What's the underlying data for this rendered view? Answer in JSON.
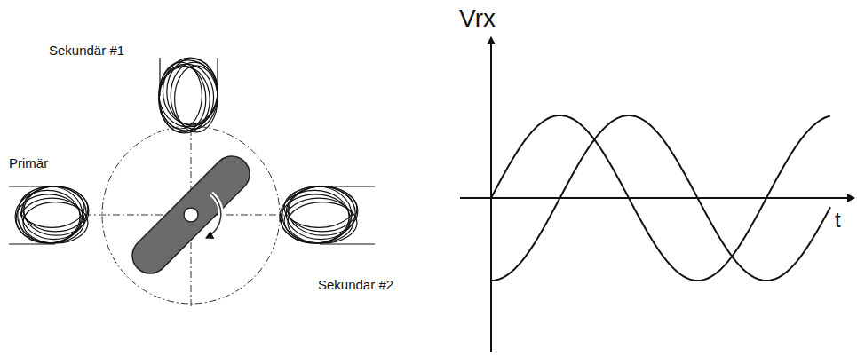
{
  "diagram": {
    "labels": [
      "Sekundär #1",
      "Primär",
      "Sekundär #2",
      "Vrx",
      "t"
    ]
  }
}
